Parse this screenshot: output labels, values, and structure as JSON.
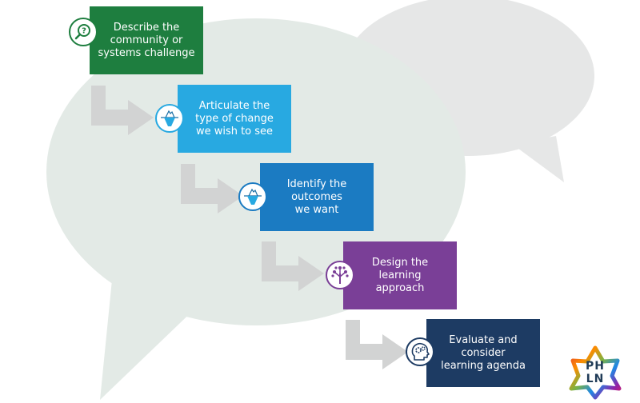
{
  "colors": {
    "bubble": "#e3eae6",
    "arrow": "#d2d3d3",
    "step1": "#1e7e3f",
    "step2": "#28a9e1",
    "step3": "#1b7bc2",
    "step4": "#7a3f97",
    "step5": "#1d3b63"
  },
  "steps": [
    {
      "label": "Describe the\ncommunity or\nsystems challenge",
      "icon": "magnifier-question-icon"
    },
    {
      "label": "Articulate the\ntype of change\nwe wish to see",
      "icon": "iceberg-icon"
    },
    {
      "label": "Identify the\noutcomes\nwe want",
      "icon": "iceberg-icon"
    },
    {
      "label": "Design the\nlearning\napproach",
      "icon": "tree-network-icon"
    },
    {
      "label": "Evaluate and\nconsider\nlearning agenda",
      "icon": "head-gears-icon"
    }
  ],
  "logo": {
    "line1": "PH",
    "line2": "LN"
  }
}
